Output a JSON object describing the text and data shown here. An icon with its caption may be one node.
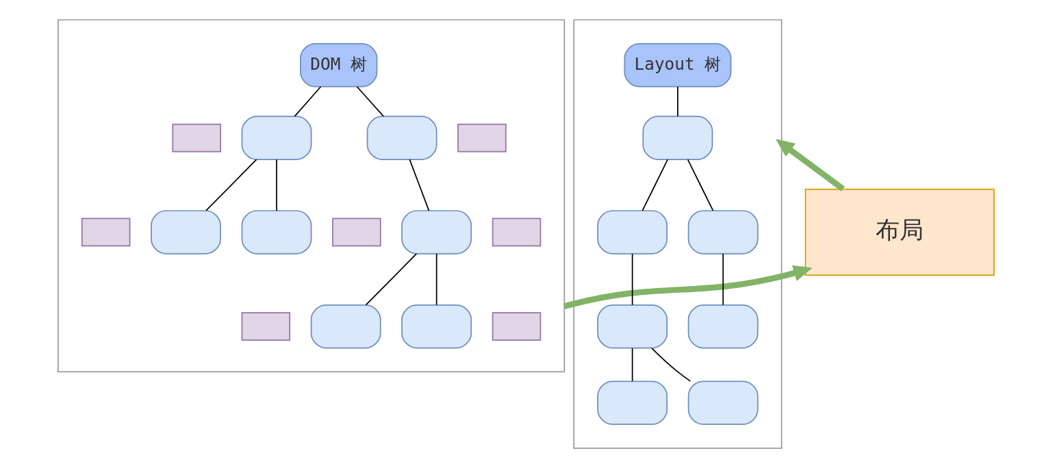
{
  "diagram": {
    "nodes": [
      {
        "text": [],
        "shape": "box"
      },
      {
        "text": [
          "DOM 树"
        ],
        "in": 0
      },
      {
        "text": [],
        "shape": "box",
        "in": 0
      },
      {
        "text": [],
        "shape": "box",
        "in": 0
      },
      {
        "text": [],
        "shape": "box",
        "in": 0
      },
      {
        "text": [],
        "shape": "box",
        "in": 0
      },
      {
        "text": [],
        "shape": "box",
        "in": 0
      },
      {
        "text": [],
        "shape": "box",
        "in": 0
      },
      {
        "text": [],
        "shape": "box",
        "in": 0
      },
      {
        "text": [],
        "shape": "box",
        "in": 0
      },
      {
        "text": [],
        "shape": "box",
        "in": 0
      },
      {
        "text": [],
        "shape": "box",
        "in": 0
      },
      {
        "text": [],
        "shape": "box",
        "in": 0
      },
      {
        "text": [],
        "shape": "box",
        "in": 0
      },
      {
        "text": [],
        "shape": "box",
        "in": 0
      },
      {
        "text": [],
        "shape": "box",
        "in": 0
      },
      {
        "text": [
          "布局"
        ]
      },
      {
        "text": [],
        "shape": "box"
      },
      {
        "text": [
          "Layout 树"
        ],
        "in": 17
      },
      {
        "text": [],
        "shape": "box",
        "in": 17
      },
      {
        "text": [],
        "shape": "box",
        "in": 17
      },
      {
        "text": [],
        "shape": "box",
        "in": 17
      },
      {
        "text": [],
        "shape": "box",
        "in": 17
      },
      {
        "text": [],
        "shape": "box",
        "in": 17
      },
      {
        "text": [],
        "shape": "box",
        "in": 17
      },
      {
        "text": [],
        "shape": "box",
        "in": 17
      }
    ],
    "edges": [
      {
        "from": 1,
        "to": 3,
        "arrow": "none"
      },
      {
        "from": 1,
        "to": 4,
        "arrow": "none"
      },
      {
        "from": 3,
        "to": 7,
        "arrow": "none"
      },
      {
        "from": 3,
        "to": 8,
        "arrow": "none"
      },
      {
        "from": 4,
        "to": 10,
        "arrow": "none"
      },
      {
        "from": 10,
        "to": 13,
        "arrow": "none"
      },
      {
        "from": 10,
        "to": 14,
        "arrow": "none"
      },
      {
        "from": 0,
        "to": 16,
        "arrow": "to",
        "style": "thick",
        "color": "#82b366"
      },
      {
        "from": 16,
        "to": 17,
        "arrow": "to",
        "style": "thick",
        "color": "#82b366"
      },
      {
        "from": 18,
        "to": 19,
        "arrow": "none"
      },
      {
        "from": 19,
        "to": 20,
        "arrow": "none"
      },
      {
        "from": 19,
        "to": 21,
        "arrow": "none"
      },
      {
        "from": 20,
        "to": 22,
        "arrow": "none"
      },
      {
        "from": 21,
        "to": 23,
        "arrow": "none"
      },
      {
        "from": 22,
        "to": 24,
        "arrow": "none"
      },
      {
        "from": 22,
        "to": 25,
        "arrow": "none"
      }
    ]
  }
}
